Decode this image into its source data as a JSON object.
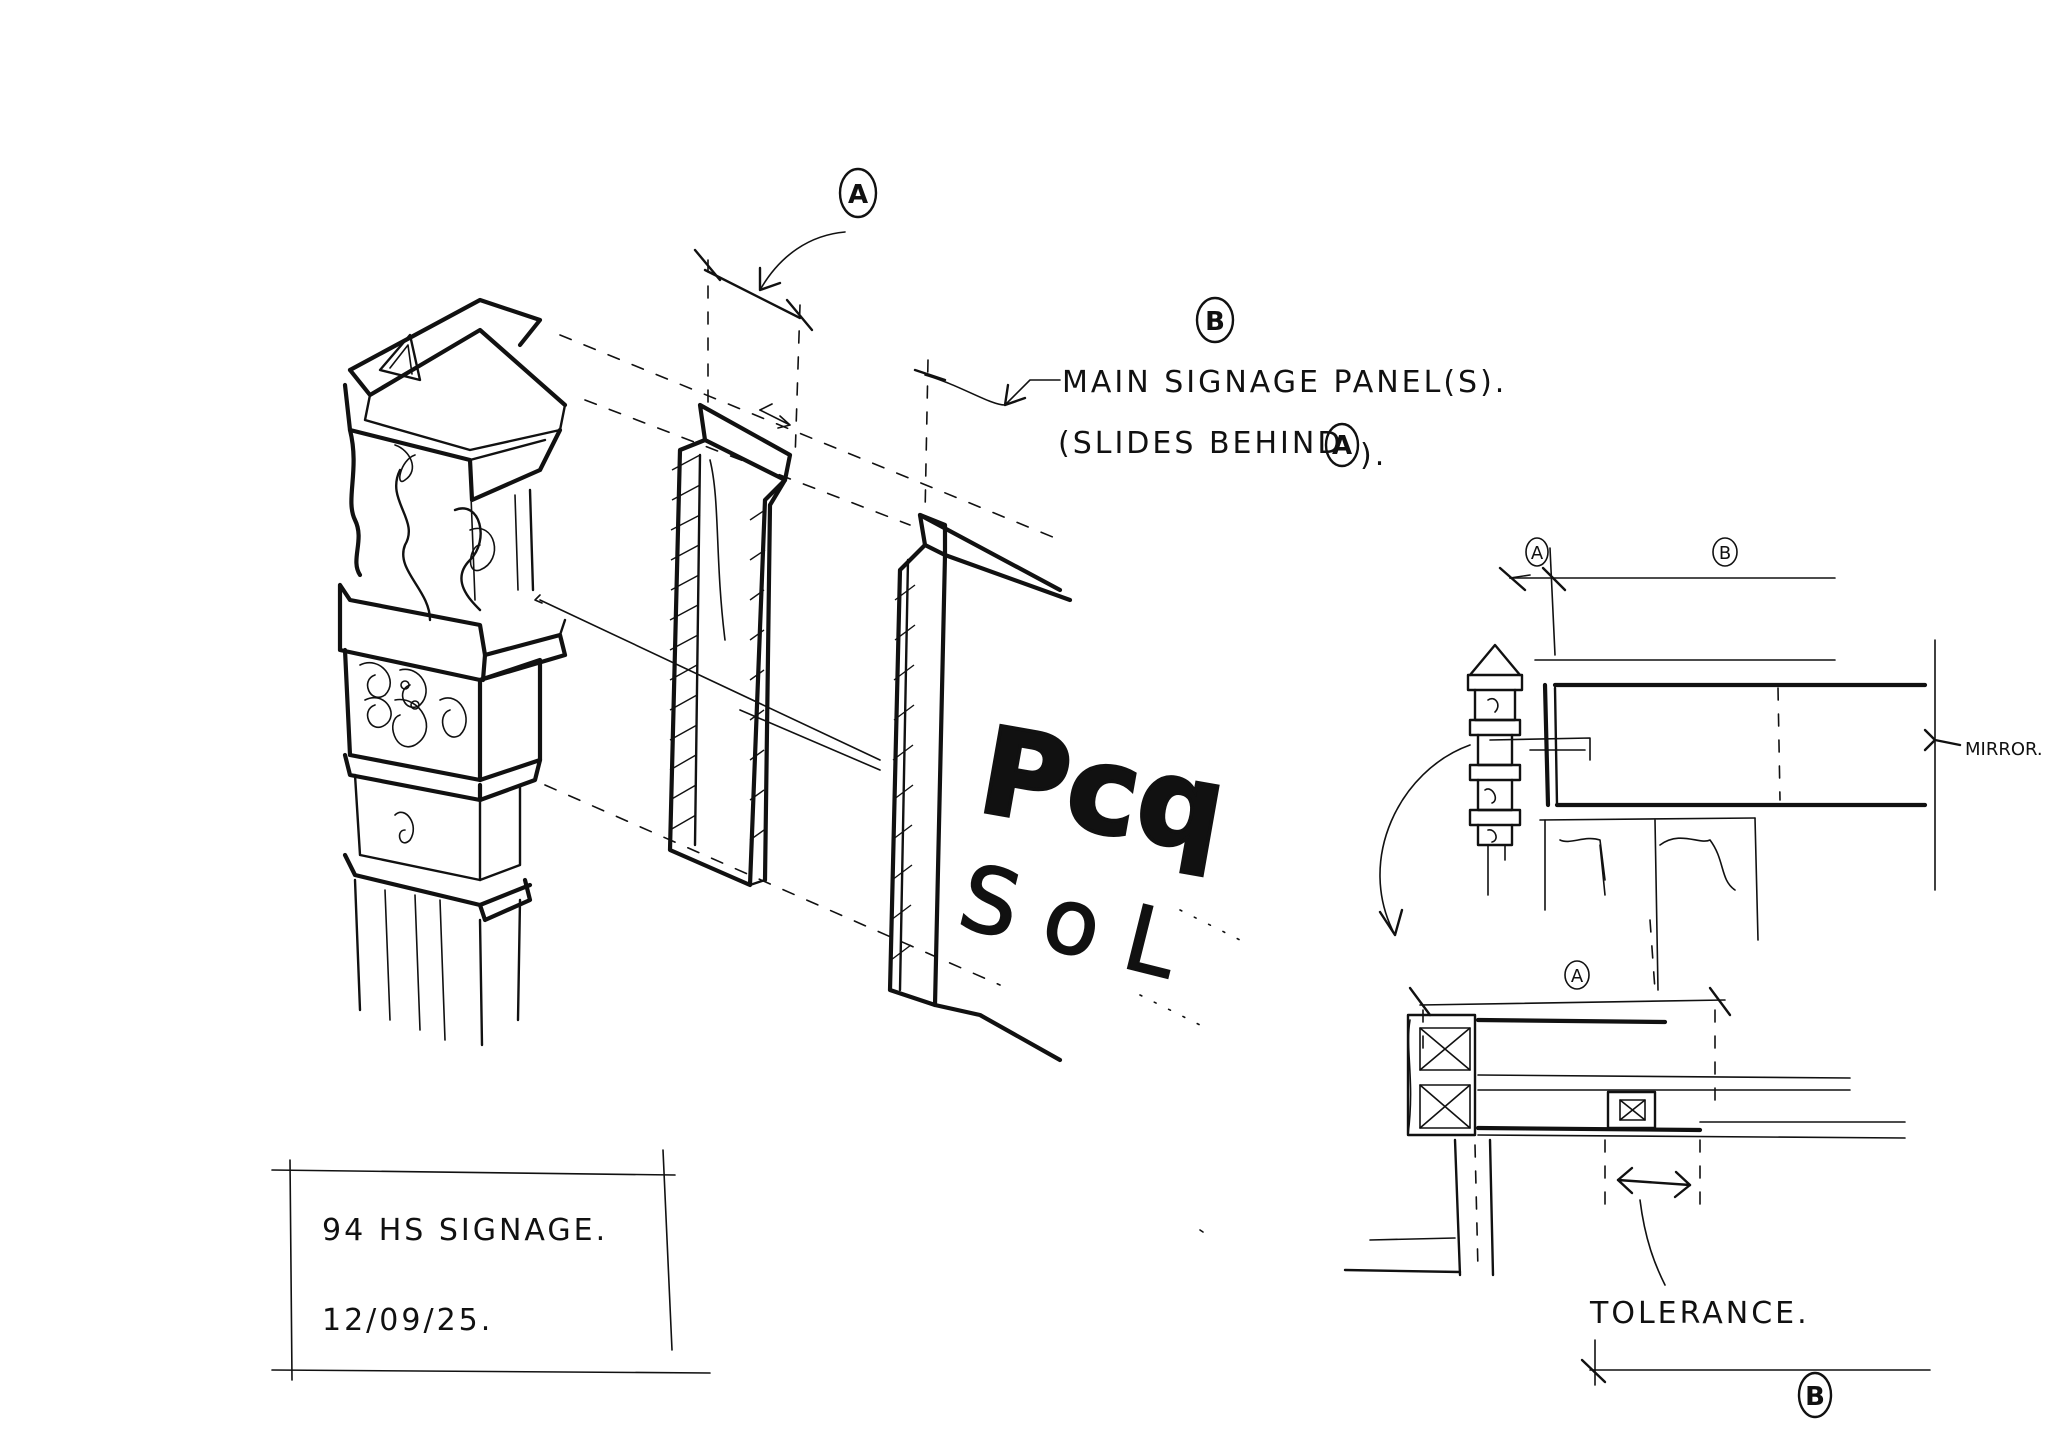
{
  "callouts": {
    "a_top": "A",
    "b_top": "B",
    "a_detail": "A",
    "b_detail": "B",
    "a_section": "A",
    "b_section": "B"
  },
  "notes": {
    "main_line1": "MAIN SIGNAGE PANEL(S).",
    "main_line2": "(SLIDES BEHIND",
    "main_ref": "A",
    "main_end": ").",
    "mirror": "MIRROR.",
    "tolerance": "TOLERANCE."
  },
  "sign_letters": {
    "line1": "Pcq",
    "line2": "S o L"
  },
  "title_block": {
    "title": "94 HS SIGNAGE.",
    "date": "12/09/25."
  },
  "colors": {
    "ink": "#111111",
    "paper": "#ffffff"
  }
}
